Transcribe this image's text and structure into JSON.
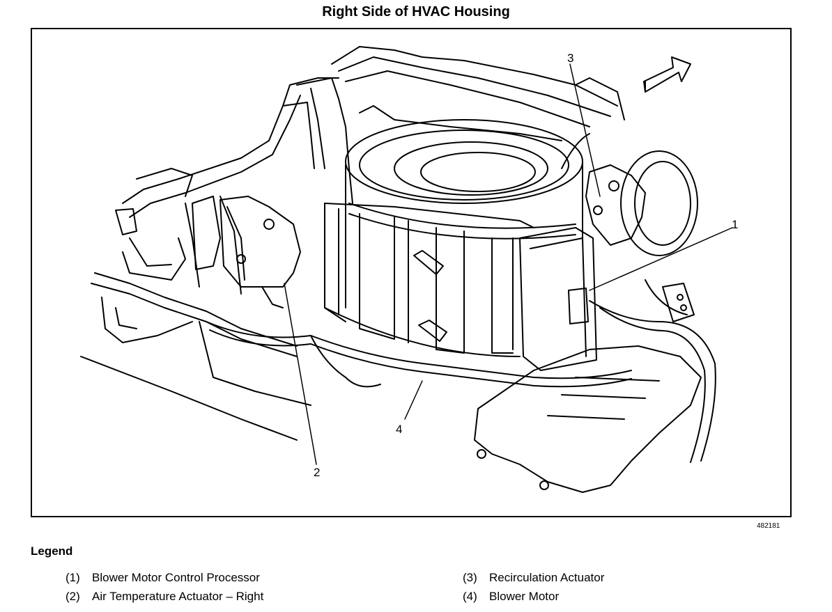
{
  "title": "Right Side of HVAC Housing",
  "figure_id": "482181",
  "callouts": [
    {
      "num": "1",
      "target": "blower-motor-control-processor"
    },
    {
      "num": "2",
      "target": "air-temperature-actuator-right"
    },
    {
      "num": "3",
      "target": "recirculation-actuator"
    },
    {
      "num": "4",
      "target": "blower-motor"
    }
  ],
  "legend": {
    "title": "Legend",
    "items": [
      {
        "num": "(1)",
        "label": "Blower Motor Control Processor"
      },
      {
        "num": "(2)",
        "label": "Air Temperature Actuator – Right"
      },
      {
        "num": "(3)",
        "label": "Recirculation Actuator"
      },
      {
        "num": "(4)",
        "label": "Blower Motor"
      }
    ]
  }
}
